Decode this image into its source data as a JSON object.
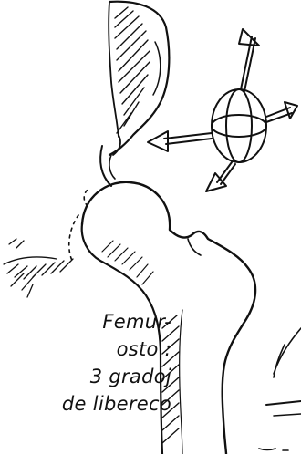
{
  "figure": {
    "caption_lines": [
      "Femur-",
      "osto :",
      "3 gradoj",
      "de libereco"
    ]
  },
  "icons": {
    "motion": "three-axis-rotation-icon"
  },
  "colors": {
    "ink": "#111111",
    "paper": "#ffffff"
  }
}
